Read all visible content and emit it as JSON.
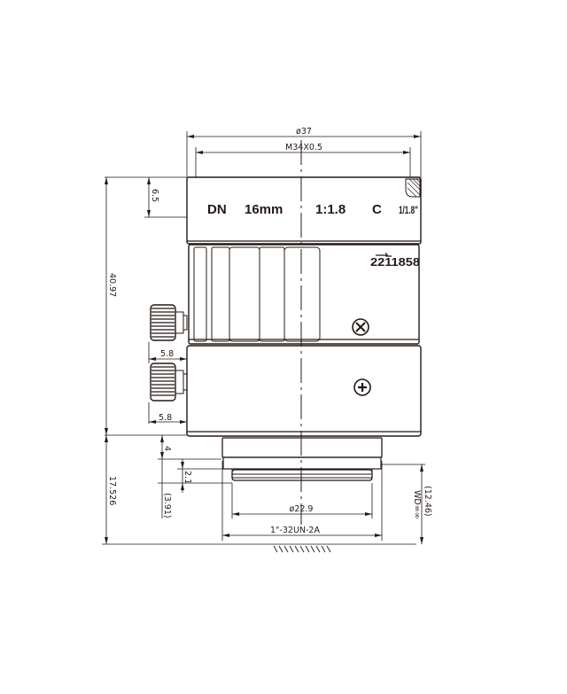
{
  "drawing": {
    "subject": "C-mount lens outline drawing",
    "line_color": "#231815",
    "background": "#ffffff"
  },
  "lens_markings": {
    "brand_code": "DN",
    "focal_length": "16mm",
    "aperture": "1:1.8",
    "mount": "C",
    "sensor_format": "1/1.8\"",
    "serial": "2211858"
  },
  "dimensions": {
    "outer_diameter": "ø37",
    "filter_thread": "M34X0.5",
    "total_length": "40.97",
    "front_ring_height": "6.5",
    "screw_protrusion_upper": "5.8",
    "screw_protrusion_lower": "5.8",
    "back_length": "17.526",
    "flange_step": "4",
    "thread_step": "2.1",
    "thread_length": "(3.91)",
    "rear_diameter": "ø22.9",
    "mount_thread": "1\"-32UN-2A",
    "back_focus": "(12.46)",
    "working_distance": "WD=∞"
  }
}
